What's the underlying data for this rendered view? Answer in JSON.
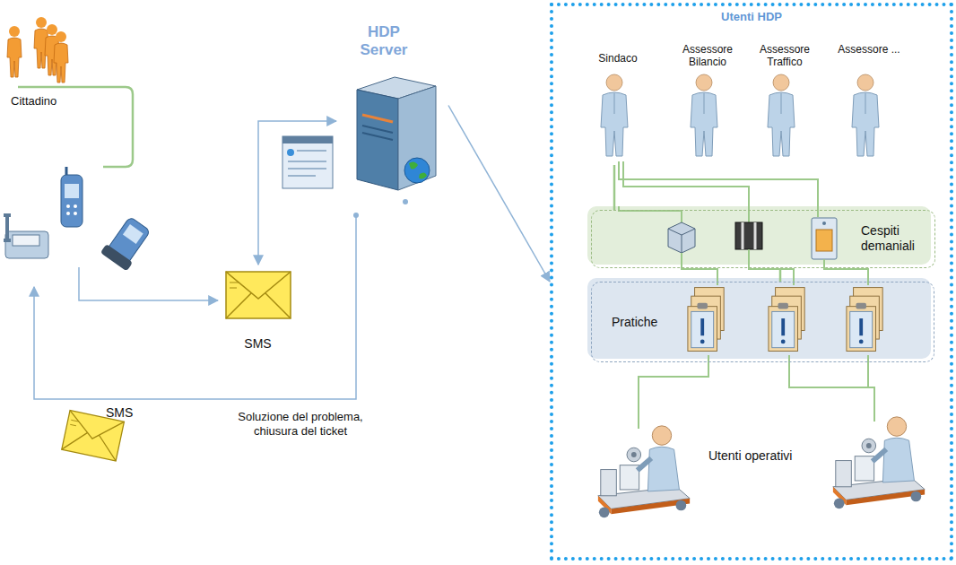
{
  "diagram": {
    "nodes": [
      {
        "text": [
          "Cittadino"
        ]
      },
      {
        "text": [
          "HDP Server"
        ]
      },
      {
        "text": [
          "SMS"
        ]
      },
      {
        "text": [
          "Utenti HDP"
        ]
      },
      {
        "text": [
          "Sindaco"
        ],
        "in": 3
      },
      {
        "text": [
          "Assessore Bilancio"
        ],
        "in": 3
      },
      {
        "text": [
          "Assessore Traffico"
        ],
        "in": 3
      },
      {
        "text": [
          "Assessore ..."
        ],
        "in": 3
      },
      {
        "text": [
          "Cespiti demaniali"
        ],
        "in": 3
      },
      {
        "text": [
          "Pratiche"
        ],
        "in": 3
      }
    ],
    "edges": [
      {
        "from": 2,
        "to": 1,
        "arrow": "both"
      },
      {
        "from": 1,
        "to": 3,
        "arrow": "to"
      },
      {
        "from": 4,
        "to": 8,
        "arrow": "none"
      },
      {
        "from": 8,
        "to": 9,
        "arrow": "none"
      }
    ],
    "labels": [
      "SMS",
      "Soluzione del problema, chiusura del ticket",
      "Utenti operativi"
    ]
  }
}
